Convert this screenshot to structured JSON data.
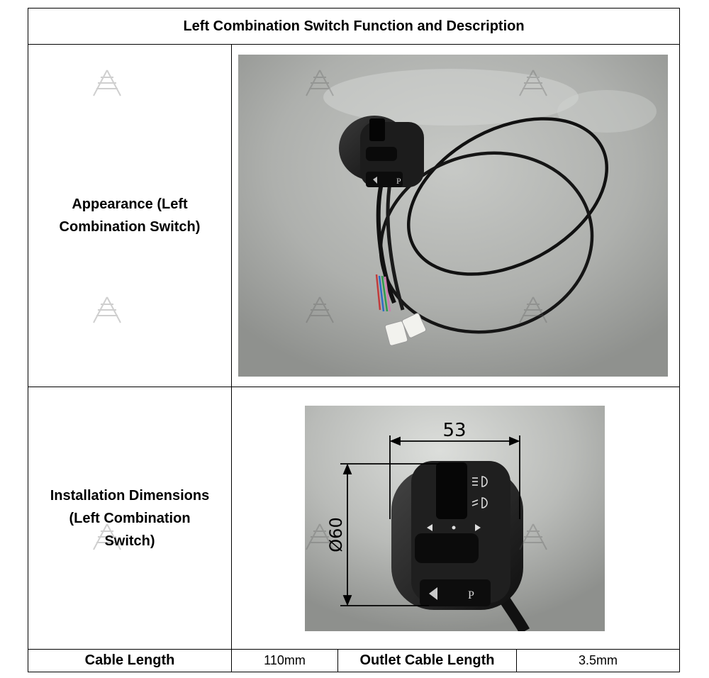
{
  "table": {
    "title": "Left Combination Switch Function and Description",
    "appearance_label_line1": "Appearance (Left",
    "appearance_label_line2": "Combination Switch)",
    "installation_label_line1": "Installation Dimensions",
    "installation_label_line2": "(Left Combination",
    "installation_label_line3": "Switch)",
    "cable_length_label": "Cable Length",
    "cable_length_value": "110mm",
    "outlet_cable_length_label": "Outlet Cable Length",
    "outlet_cable_length_value": "3.5mm"
  },
  "dimensions": {
    "width_label": "53",
    "height_label": "Ø60"
  },
  "switch_symbols": {
    "parking": "P"
  },
  "icons": [
    "watermark-logo-icon",
    "horn-icon",
    "headlight-high-beam-icon",
    "headlight-low-beam-icon",
    "turn-left-arrow-icon",
    "turn-right-arrow-icon"
  ]
}
